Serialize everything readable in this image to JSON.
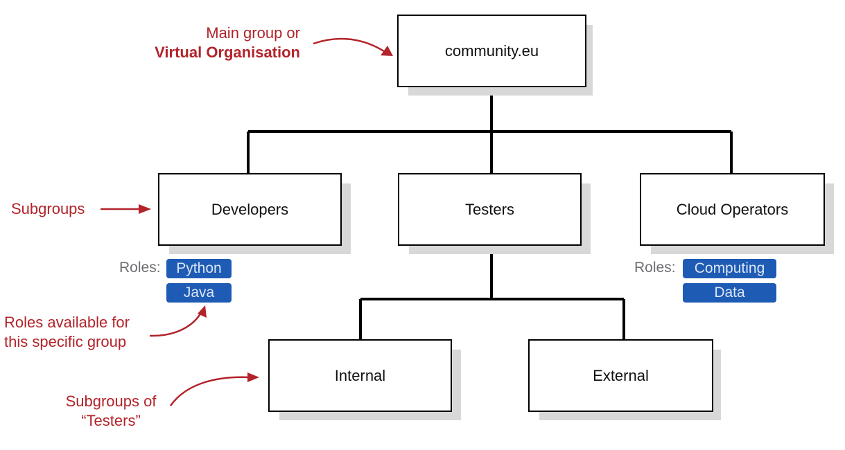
{
  "colors": {
    "annotation": "#b2232a",
    "role_pill": "#1e5bb5",
    "role_pill_text": "#dce6f5",
    "connector": "#000000",
    "shadow": "#d8d8d8"
  },
  "groups": {
    "root": "community.eu",
    "developers": "Developers",
    "testers": "Testers",
    "cloud_operators": "Cloud Operators",
    "internal": "Internal",
    "external": "External"
  },
  "roles": {
    "label": "Roles:",
    "developers": [
      "Python",
      "Java"
    ],
    "cloud_operators": [
      "Computing",
      "Data"
    ]
  },
  "annotations": {
    "main_group_line1": "Main group or",
    "main_group_line2": "Virtual Organisation",
    "subgroups": "Subgroups",
    "roles_available_line1": "Roles available for",
    "roles_available_line2": "this specific group",
    "subgroups_of_line1": "Subgroups of",
    "subgroups_of_line2": "“Testers”"
  }
}
